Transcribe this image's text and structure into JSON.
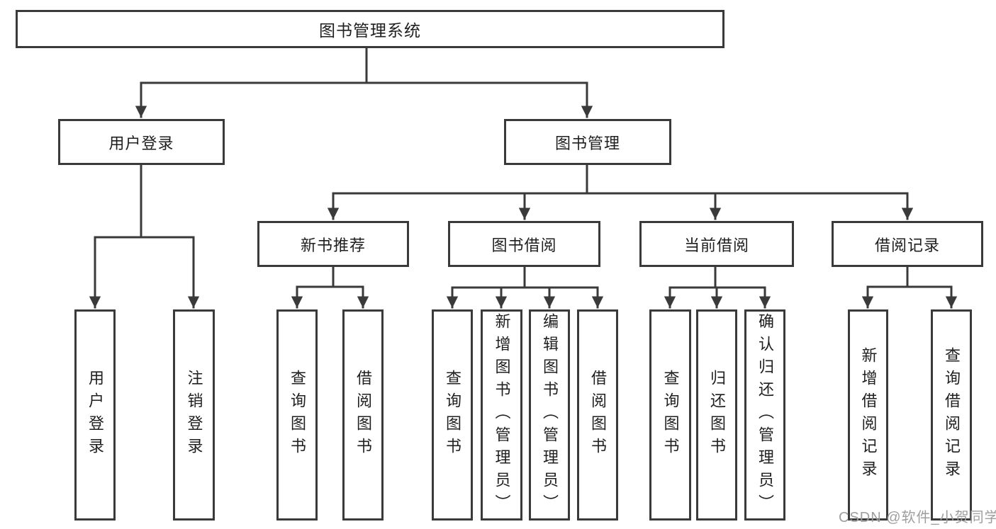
{
  "diagram": {
    "watermark": "CSDN @软件_小贺同学",
    "colors": {
      "line": "#3a3a3a",
      "box_border": "#3a3a3a",
      "text": "#1f1f1f",
      "watermark_text": "#9e9e9e",
      "background": "#ffffff"
    },
    "tree": {
      "label": "图书管理系统",
      "children": [
        {
          "label": "用户登录",
          "children": [
            {
              "label": "用户登录"
            },
            {
              "label": "注销登录"
            }
          ]
        },
        {
          "label": "图书管理",
          "children": [
            {
              "label": "新书推荐",
              "children": [
                {
                  "label": "查询图书"
                },
                {
                  "label": "借阅图书"
                }
              ]
            },
            {
              "label": "图书借阅",
              "children": [
                {
                  "label": "查询图书"
                },
                {
                  "label": "新增图书（管理员）"
                },
                {
                  "label": "编辑图书（管理员）"
                },
                {
                  "label": "借阅图书"
                }
              ]
            },
            {
              "label": "当前借阅",
              "children": [
                {
                  "label": "查询图书"
                },
                {
                  "label": "归还图书"
                },
                {
                  "label": "确认归还（管理员）"
                }
              ]
            },
            {
              "label": "借阅记录",
              "children": [
                {
                  "label": "新增借阅记录"
                },
                {
                  "label": "查询借阅记录"
                }
              ]
            }
          ]
        }
      ]
    }
  }
}
